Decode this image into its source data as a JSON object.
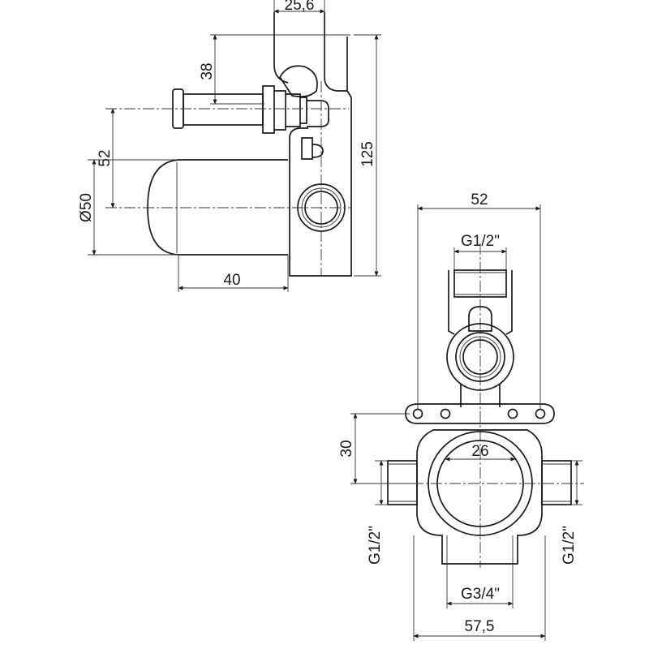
{
  "side_view": {
    "dims": {
      "top_width": "25,6",
      "stem_height": "38",
      "total_height": "125",
      "cover_offset": "52",
      "cover_diameter": "Ø50",
      "cover_depth": "40"
    }
  },
  "front_view": {
    "dims": {
      "flange_width": "52",
      "top_thread": "G1/2\"",
      "center_height": "30",
      "bore": "26",
      "left_thread": "G1/2\"",
      "right_thread": "G1/2\"",
      "bottom_thread": "G3/4\"",
      "body_width": "57,5"
    }
  }
}
